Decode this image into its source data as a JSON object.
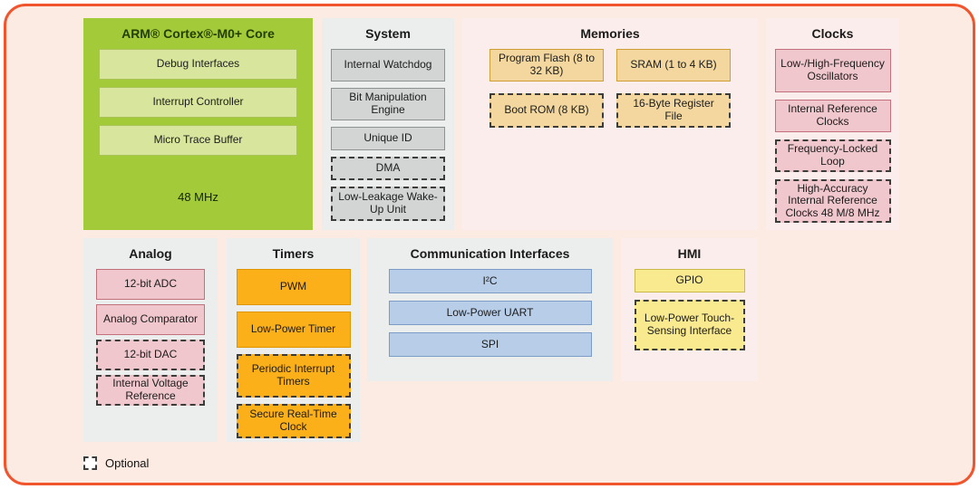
{
  "legend": {
    "label": "Optional"
  },
  "colors": {
    "frame-border": "#f0552e",
    "page-bg": "#fcebe2",
    "panel-gray": "#eceeed",
    "panel-pink": "#faedeb",
    "core-bg": "#a3cb39",
    "core-item-bg": "#d7e69c",
    "core-item-border": "#a9c455",
    "core-title": "#233f00",
    "gray-bg": "#d2d5d4",
    "gray-border": "#8d9393",
    "tan-bg": "#f3d79f",
    "tan-border": "#cf9f33",
    "pink-bg": "#f0c7cc",
    "pink-border": "#c2707c",
    "orange-bg": "#fbaf18",
    "orange-border": "#dd9500",
    "blue-bg": "#b7cde8",
    "blue-border": "#7a9cc6",
    "yellow-bg": "#f9e98f",
    "yellow-border": "#c9b94a",
    "dashed-border": "#3c3c3b"
  },
  "core": {
    "title": "ARM® Cortex®-M0+ Core",
    "items": [
      {
        "label": "Debug Interfaces",
        "optional": false
      },
      {
        "label": "Interrupt Controller",
        "optional": false
      },
      {
        "label": "Micro Trace Buffer",
        "optional": false
      }
    ],
    "frequency": "48 MHz"
  },
  "system": {
    "title": "System",
    "items": [
      {
        "label": "Internal Watchdog",
        "optional": false
      },
      {
        "label": "Bit Manipulation Engine",
        "optional": false
      },
      {
        "label": "Unique ID",
        "optional": false
      },
      {
        "label": "DMA",
        "optional": true
      },
      {
        "label": "Low-Leakage Wake-Up Unit",
        "optional": true
      }
    ]
  },
  "memories": {
    "title": "Memories",
    "items": [
      {
        "label": "Program Flash (8 to 32 KB)",
        "optional": false
      },
      {
        "label": "SRAM (1 to 4 KB)",
        "optional": false
      },
      {
        "label": "Boot ROM (8 KB)",
        "optional": true
      },
      {
        "label": "16-Byte Register File",
        "optional": true
      }
    ]
  },
  "clocks": {
    "title": "Clocks",
    "items": [
      {
        "label": "Low-/High-Frequency Oscillators",
        "optional": false
      },
      {
        "label": "Internal Reference Clocks",
        "optional": false
      },
      {
        "label": "Frequency-Locked Loop",
        "optional": true
      },
      {
        "label": "High-Accuracy Internal Reference Clocks 48 M/8 MHz",
        "optional": true
      }
    ]
  },
  "analog": {
    "title": "Analog",
    "items": [
      {
        "label": "12-bit ADC",
        "optional": false
      },
      {
        "label": "Analog Comparator",
        "optional": false
      },
      {
        "label": "12-bit DAC",
        "optional": true
      },
      {
        "label": "Internal Voltage Reference",
        "optional": true
      }
    ]
  },
  "timers": {
    "title": "Timers",
    "items": [
      {
        "label": "PWM",
        "optional": false
      },
      {
        "label": "Low-Power Timer",
        "optional": false
      },
      {
        "label": "Periodic Interrupt Timers",
        "optional": true
      },
      {
        "label": "Secure Real-Time Clock",
        "optional": true
      }
    ]
  },
  "comm": {
    "title": "Communication Interfaces",
    "items": [
      {
        "label": "I²C",
        "optional": false
      },
      {
        "label": "Low-Power UART",
        "optional": false
      },
      {
        "label": "SPI",
        "optional": false
      }
    ]
  },
  "hmi": {
    "title": "HMI",
    "items": [
      {
        "label": "GPIO",
        "optional": false
      },
      {
        "label": "Low-Power Touch-Sensing Interface",
        "optional": true
      }
    ]
  }
}
